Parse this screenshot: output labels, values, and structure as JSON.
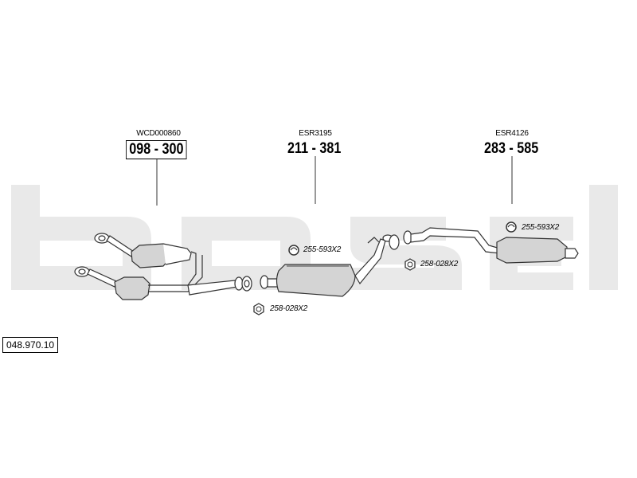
{
  "diagram": {
    "reference_number": "048.970.10",
    "components": [
      {
        "sub_code": "WCD000860",
        "part_number": "098 - 300",
        "boxed": true
      },
      {
        "sub_code": "ESR3195",
        "part_number": "211 - 381",
        "boxed": false
      },
      {
        "sub_code": "ESR4126",
        "part_number": "283 - 585",
        "boxed": false
      }
    ],
    "hardware": [
      {
        "label": "255-593X2",
        "icon": "rubber-mount-icon"
      },
      {
        "label": "258-028X2",
        "icon": "nut-icon"
      },
      {
        "label": "255-593X2",
        "icon": "rubber-mount-icon"
      },
      {
        "label": "258-028X2",
        "icon": "nut-icon"
      }
    ],
    "colors": {
      "watermark": "#e9e9e9",
      "part_outline": "#333333",
      "part_fill": "#d4d4d4"
    }
  }
}
